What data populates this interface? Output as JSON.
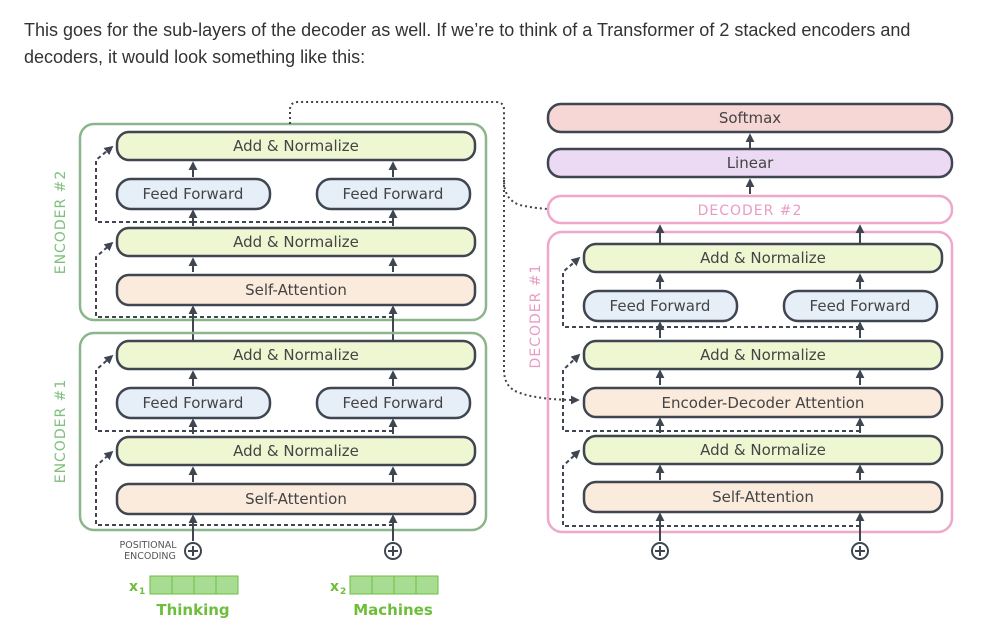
{
  "intro": "This goes for the sub-layers of the decoder as well. If we’re to think of a Transformer of 2 stacked encoders and decoders, it would look something like this:",
  "encoder2": {
    "side_label": "ENCODER #2",
    "add_norm_top": "Add & Normalize",
    "ffn_left": "Feed Forward",
    "ffn_right": "Feed Forward",
    "add_norm_bottom": "Add & Normalize",
    "self_attention": "Self-Attention"
  },
  "encoder1": {
    "side_label": "ENCODER #1",
    "add_norm_top": "Add & Normalize",
    "ffn_left": "Feed Forward",
    "ffn_right": "Feed Forward",
    "add_norm_bottom": "Add & Normalize",
    "self_attention": "Self-Attention"
  },
  "decoder_head": {
    "softmax": "Softmax",
    "linear": "Linear",
    "decoder2_label": "DECODER #2"
  },
  "decoder1": {
    "side_label": "DECODER #1",
    "add_norm_top": "Add & Normalize",
    "ffn_left": "Feed Forward",
    "ffn_right": "Feed Forward",
    "add_norm_mid": "Add & Normalize",
    "enc_dec_attention": "Encoder-Decoder Attention",
    "add_norm_bottom": "Add & Normalize",
    "self_attention": "Self-Attention"
  },
  "inputs": {
    "positional_line1": "POSITIONAL",
    "positional_line2": "ENCODING",
    "x1_letter": "x",
    "x1_sub": "1",
    "x1_word": "Thinking",
    "x2_letter": "x",
    "x2_sub": "2",
    "x2_word": "Machines"
  },
  "colors": {
    "encoder_border": "#8bb58a",
    "decoder_border": "#efa7cc",
    "add_norm_fill": "#eef7d2",
    "ffn_fill": "#e6eef8",
    "attention_fill": "#fbebdc",
    "softmax_fill": "#f7d6d6",
    "linear_fill": "#ecdaf4",
    "embedding_fill": "#a8dc93",
    "box_stroke": "#3f4651",
    "encoder_label": "#7fbf7f",
    "decoder_label": "#e99bc3"
  }
}
